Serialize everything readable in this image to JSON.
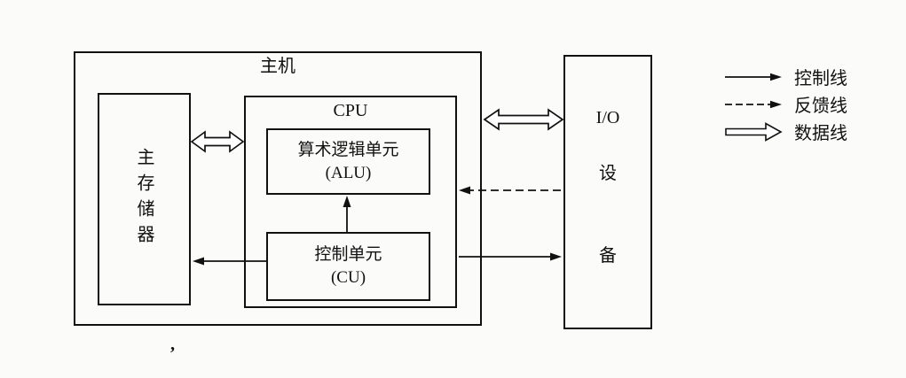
{
  "diagram": {
    "host_label": "主机",
    "cpu_label": "CPU",
    "alu_line1": "算术逻辑单元",
    "alu_line2": "(ALU)",
    "cu_line1": "控制单元",
    "cu_line2": "(CU)",
    "memory_label": "主存储器",
    "io_lines": [
      "I/O",
      "设",
      "备"
    ],
    "stray_mark": ","
  },
  "legend": {
    "items": [
      {
        "type": "solid-arrow",
        "label": "控制线"
      },
      {
        "type": "dashed-arrow",
        "label": "反馈线"
      },
      {
        "type": "hollow-arrow",
        "label": "数据线"
      }
    ]
  },
  "colors": {
    "line": "#111111",
    "background": "#fbfbfa"
  }
}
